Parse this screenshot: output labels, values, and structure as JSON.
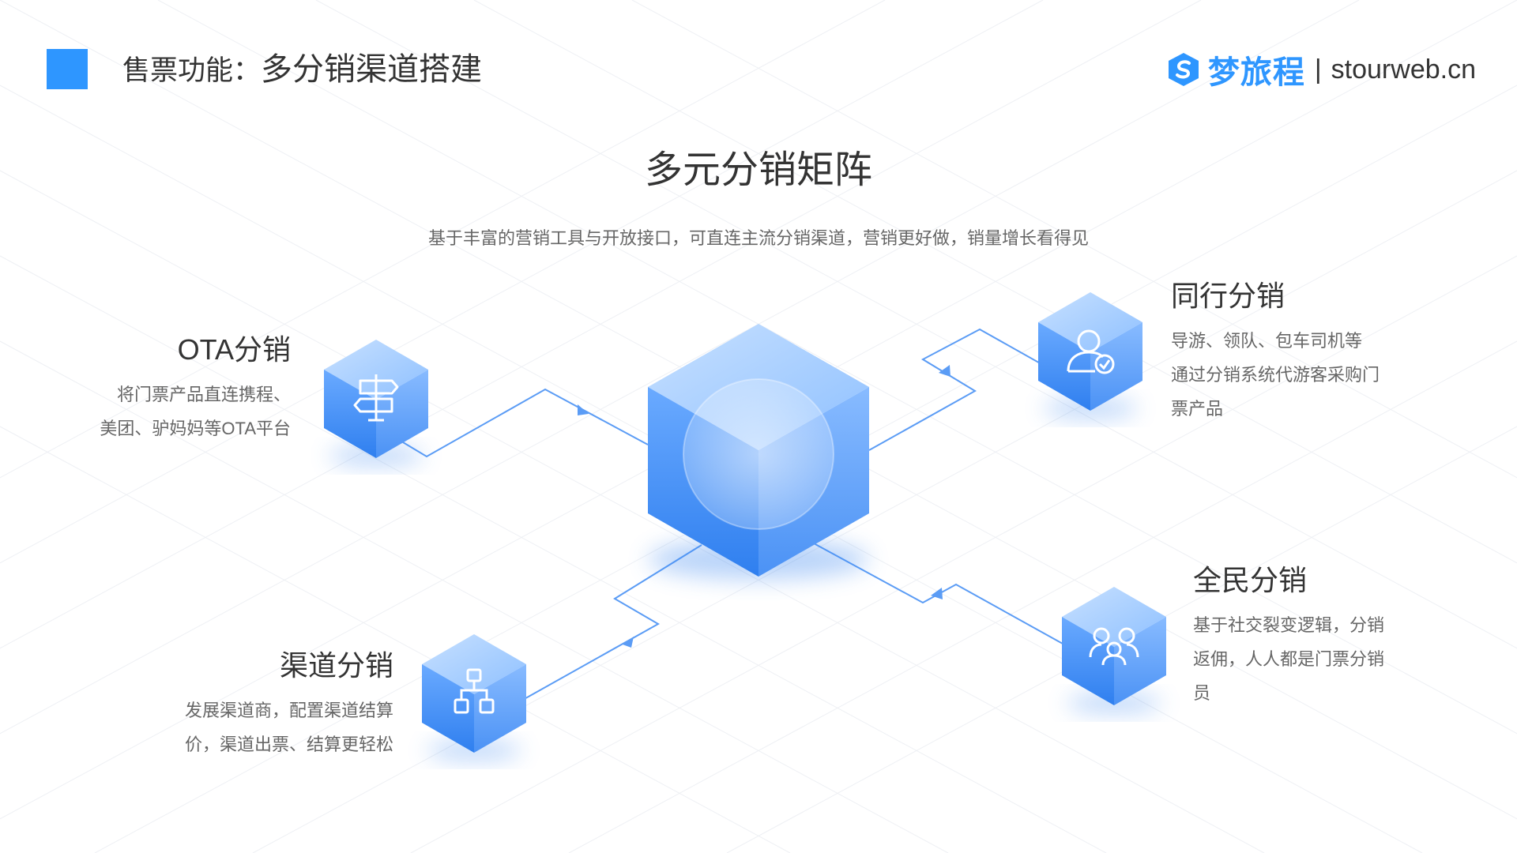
{
  "header": {
    "title_prefix": "售票功能：",
    "title_main": "多分销渠道搭建",
    "logo_cn": "梦旅程",
    "logo_sep": "|",
    "logo_domain": "stourweb.cn"
  },
  "main": {
    "title": "多元分销矩阵",
    "subtitle": "基于丰富的营销工具与开放接口，可直连主流分销渠道，营销更好做，销量增长看得见"
  },
  "nodes": {
    "ota": {
      "title": "OTA分销",
      "desc": [
        "将门票产品直连携程、",
        "美团、驴妈妈等OTA平台"
      ],
      "icon": "signpost-icon"
    },
    "channel": {
      "title": "渠道分销",
      "desc": [
        "发展渠道商，配置渠道结算",
        "价，渠道出票、结算更轻松"
      ],
      "icon": "network-hierarchy-icon"
    },
    "peer": {
      "title": "同行分销",
      "desc": [
        "导游、领队、包车司机等",
        "通过分销系统代游客采购门",
        "票产品"
      ],
      "icon": "user-check-icon"
    },
    "public": {
      "title": "全民分销",
      "desc": [
        "基于社交裂变逻辑，分销",
        "返佣，人人都是门票分销",
        "员"
      ],
      "icon": "user-group-icon"
    }
  },
  "colors": {
    "accent": "#2e96ff",
    "cube_light": "#9cc9ff",
    "cube_dark": "#3a86f0",
    "connector": "#5b9cf5"
  }
}
